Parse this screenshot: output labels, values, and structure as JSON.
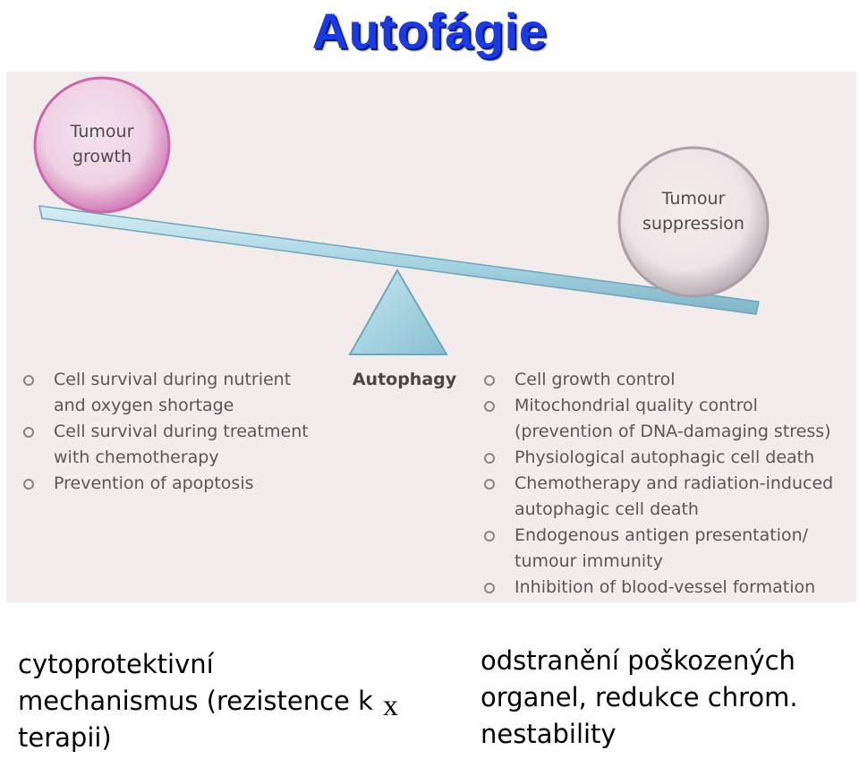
{
  "title": "Autofágie",
  "diagram": {
    "left_weight_label": "Tumour growth",
    "right_weight_label": "Tumour suppression",
    "pivot_label": "Autophagy",
    "left_items": [
      "Cell survival during nutrient and oxygen shortage",
      "Cell survival during treatment with chemotherapy",
      "Prevention of apoptosis"
    ],
    "right_items": [
      "Cell growth control",
      "Mitochondrial quality control (prevention of DNA-damaging stress)",
      "Physiological autophagic cell death",
      "Chemotherapy and radiation-induced autophagic cell death",
      "Endogenous antigen presentation/ tumour immunity",
      "Inhibition of blood-vessel formation"
    ]
  },
  "bottom": {
    "left_text": "cytoprotektivní mechanismus (rezistence k terapii)",
    "versus": "x",
    "right_text": "odstranění poškozených organel, redukce chrom. nestability"
  },
  "colors": {
    "title": "#1a3ae6",
    "panel_bg": "#f2edec",
    "beam": "#a9d6e3",
    "pivot": "#a9d6e3",
    "left_circle_rim": "#cc66aa",
    "right_circle_rim": "#aaa0a8"
  }
}
